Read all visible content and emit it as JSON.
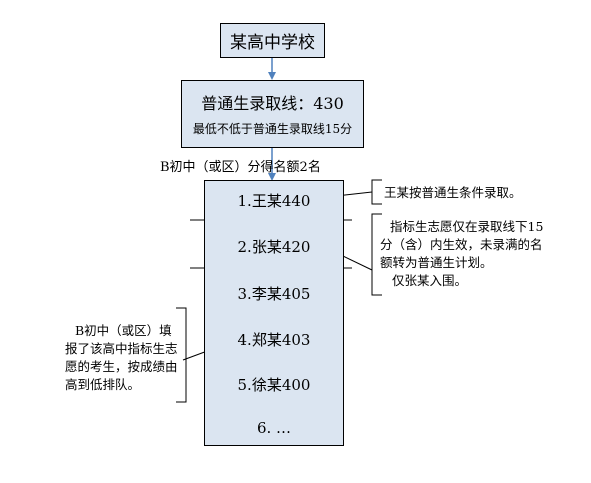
{
  "school": {
    "name": "某高中学校"
  },
  "admission": {
    "line_text": "普通生录取线：430",
    "min_text": "最低不低于普通生录取线15分"
  },
  "quota_label": "B初中（或区）分得名额2名",
  "ranking": [
    {
      "label": "1.王某440"
    },
    {
      "label": "2.张某420"
    },
    {
      "label": "3.李某405"
    },
    {
      "label": "4.郑某403"
    },
    {
      "label": "5.徐某400"
    },
    {
      "label": "6. …"
    }
  ],
  "notes": {
    "note1": "王某按普通生条件录取。",
    "note2_lines": [
      "指标生志愿仅在录取线下15",
      "分（含）内生效，未录满的名",
      "额转为普通生计划。",
      "仅张某入围。"
    ],
    "note3_lines": [
      "B初中（或区）填",
      "报了该高中指标生志",
      "愿的考生，按成绩由",
      "高到低排队。"
    ]
  },
  "colors": {
    "box_fill": "#dbe5f1",
    "arrow": "#4f81bd",
    "border": "#000000"
  }
}
